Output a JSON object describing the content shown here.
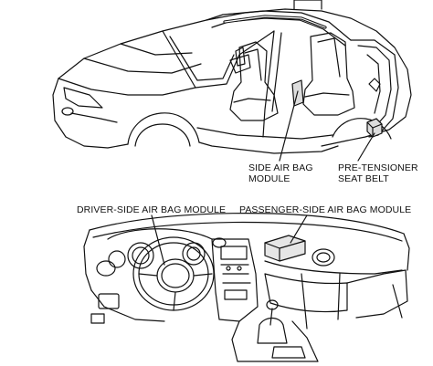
{
  "labels": {
    "side_airbag_line1": "SIDE AIR BAG",
    "side_airbag_line2": "MODULE",
    "pretensioner_line1": "PRE-TENSIONER",
    "pretensioner_line2": "SEAT BELT",
    "driver_airbag": "DRIVER-SIDE AIR BAG MODULE",
    "passenger_airbag": "PASSENGER-SIDE AIR BAG MODULE"
  },
  "colors": {
    "line": "#111111",
    "background": "#ffffff",
    "module_fill": "#dddddd"
  }
}
